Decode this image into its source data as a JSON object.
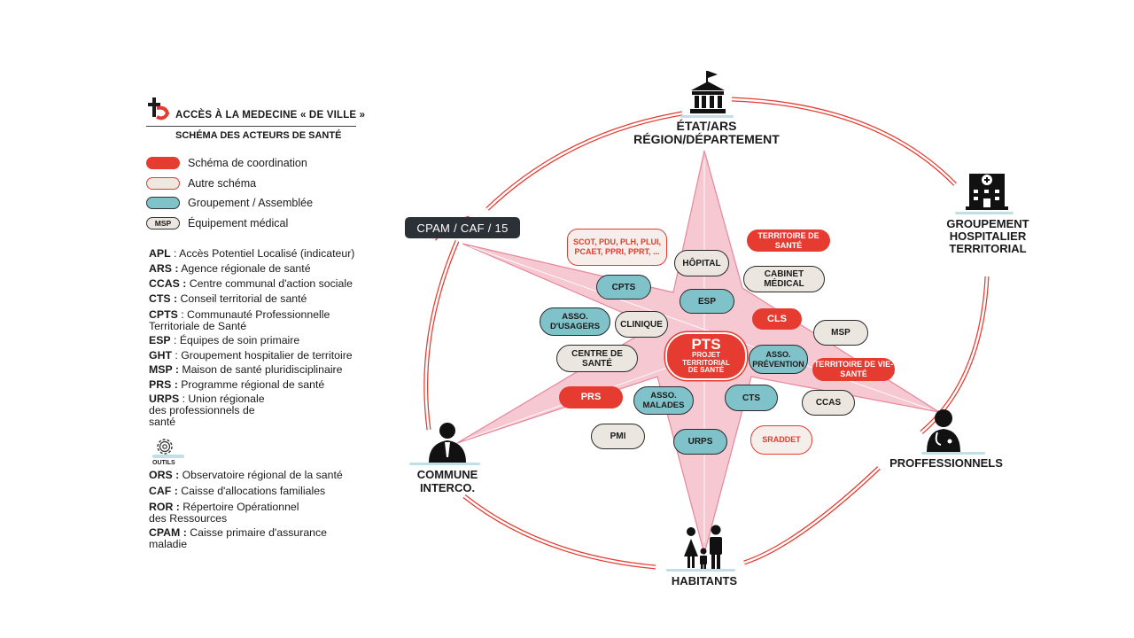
{
  "header": {
    "title": "ACCÈS À LA MEDECINE « DE VILLE »",
    "subtitle": "SCHÉMA DES ACTEURS DE SANTÉ"
  },
  "legend": {
    "items": [
      {
        "type": "red",
        "label": "Schéma de coordination"
      },
      {
        "type": "other",
        "label": "Autre schéma"
      },
      {
        "type": "group",
        "label": "Groupement / Assemblée"
      },
      {
        "type": "equip",
        "swatch_text": "MSP",
        "label": "Équipement médical"
      }
    ]
  },
  "abbreviations": [
    {
      "abbr": "APL",
      "text": " : Accès Potentiel Localisé (indicateur)"
    },
    {
      "abbr": "ARS :",
      "text": " Agence régionale de santé"
    },
    {
      "abbr": "CCAS :",
      "text": " Centre communal d'action sociale"
    },
    {
      "abbr": "CTS :",
      "text": " Conseil territorial de santé"
    },
    {
      "abbr": "CPTS",
      "text": " : Communauté Professionnelle Territoriale de Santé"
    },
    {
      "abbr": "ESP",
      "text": " : Équipes de soin primaire"
    },
    {
      "abbr": "GHT",
      "text": " : Groupement hospitalier de territoire"
    },
    {
      "abbr": "MSP :",
      "text": " Maison de santé pluridisciplinaire"
    },
    {
      "abbr": "PRS :",
      "text": " Programme régional de santé"
    },
    {
      "abbr": "URPS",
      "text": " : Union régionale des professionnels de santé"
    }
  ],
  "outils": {
    "label": "OUTILS",
    "items": [
      {
        "abbr": "ORS :",
        "text": " Observatoire régional de la santé"
      },
      {
        "abbr": "CAF :",
        "text": " Caisse d'allocations familiales"
      },
      {
        "abbr": "ROR :",
        "text": " Répertoire Opérationnel des Ressources"
      },
      {
        "abbr": "CPAM :",
        "text": " Caisse primaire d'assurance maladie"
      }
    ]
  },
  "colors": {
    "red": "#e53b30",
    "teal": "#7fc2c9",
    "beige": "#ece6e0",
    "star_pink": "#f6c9d2",
    "dark": "#2c3138"
  },
  "actors": {
    "etat": {
      "line1": "ÉTAT/ARS",
      "line2": "RÉGION/DÉPARTEMENT",
      "icon": "government-building-icon"
    },
    "ght": {
      "line1": "GROUPEMENT",
      "line2": "HOSPITALIER",
      "line3": "TERRITORIAL",
      "icon": "hospital-icon"
    },
    "pros": {
      "line1": "PROFFESSIONNELS",
      "icon": "doctor-icon"
    },
    "habitants": {
      "line1": "HABITANTS",
      "icon": "family-icon"
    },
    "commune": {
      "line1": "COMMUNE",
      "line2": "INTERCO.",
      "icon": "businessman-icon"
    }
  },
  "cpam_box": "CPAM / CAF / 15",
  "center": {
    "title": "PTS",
    "line1": "PROJET",
    "line2": "TERRITORIAL",
    "line3": "DE SANTÉ"
  },
  "nodes": {
    "scot": "SCOT, PDU, PLH, PLUI, PCAET, PPRI, PPRT, ...",
    "territoire_sante": "TERRITOIRE DE SANTÉ",
    "hopital": "HÔPITAL",
    "cabinet": "CABINET MÉDICAL",
    "cpts": "CPTS",
    "esp": "ESP",
    "cls": "CLS",
    "asso_usagers": "ASSO. D'USAGERS",
    "clinique": "CLINIQUE",
    "msp": "MSP",
    "centre_sante": "CENTRE DE SANTÉ",
    "asso_prevention": "ASSO. PRÉVENTION",
    "territoire_vie": "TERRITOIRE DE VIE-SANTÉ",
    "prs": "PRS",
    "asso_malades": "ASSO. MALADES",
    "cts": "CTS",
    "ccas": "CCAS",
    "pmi": "PMI",
    "urps": "URPS",
    "sraddet": "SRADDET"
  }
}
